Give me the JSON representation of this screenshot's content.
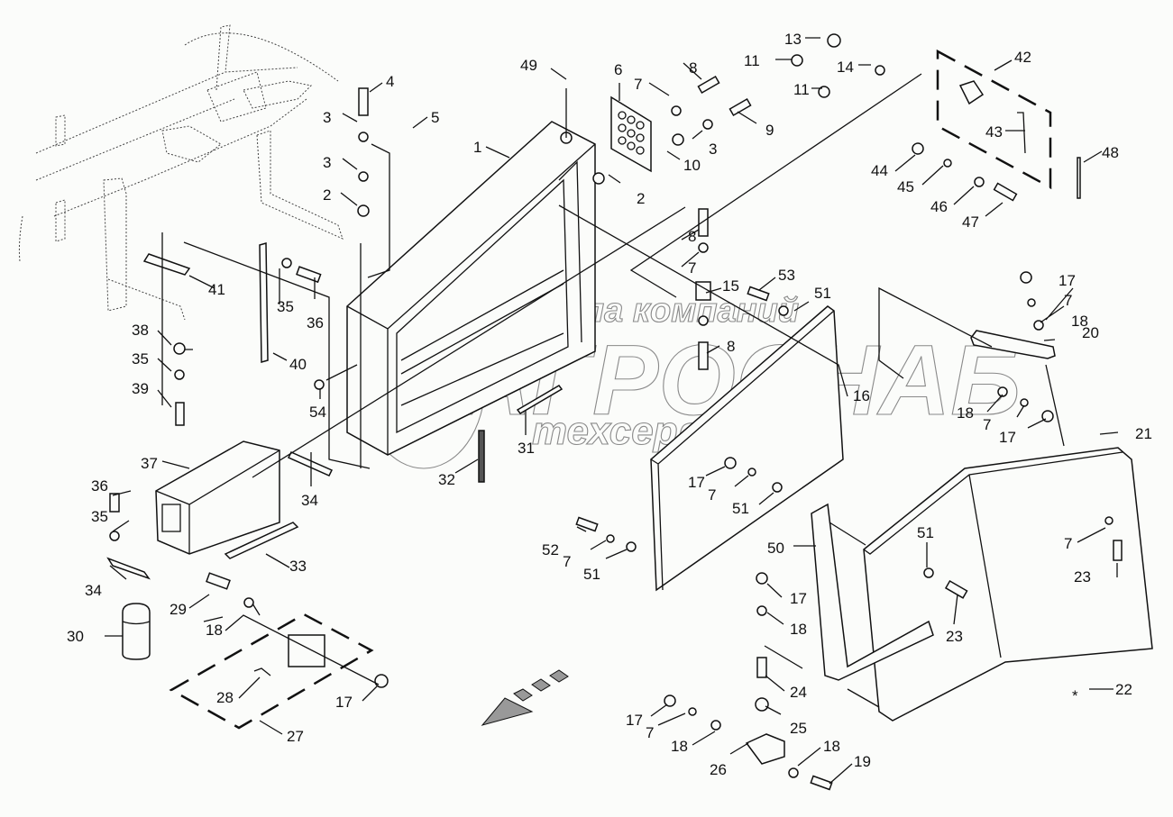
{
  "diagram": {
    "type": "exploded-parts-view",
    "watermark": {
      "line1": "группа компаний",
      "line2": "АГРОСНАБ",
      "line3": "техсервис"
    },
    "callouts": [
      {
        "id": "c49",
        "label": "49"
      },
      {
        "id": "c4",
        "label": "4"
      },
      {
        "id": "c3a",
        "label": "3"
      },
      {
        "id": "c5",
        "label": "5"
      },
      {
        "id": "c3b",
        "label": "3"
      },
      {
        "id": "c2a",
        "label": "2"
      },
      {
        "id": "c1",
        "label": "1"
      },
      {
        "id": "c6",
        "label": "6"
      },
      {
        "id": "c7a",
        "label": "7"
      },
      {
        "id": "c8a",
        "label": "8"
      },
      {
        "id": "c9",
        "label": "9"
      },
      {
        "id": "c3c",
        "label": "3"
      },
      {
        "id": "c10",
        "label": "10"
      },
      {
        "id": "c2b",
        "label": "2"
      },
      {
        "id": "c13",
        "label": "13"
      },
      {
        "id": "c11a",
        "label": "11"
      },
      {
        "id": "c14",
        "label": "14"
      },
      {
        "id": "c11b",
        "label": "11"
      },
      {
        "id": "c42",
        "label": "42"
      },
      {
        "id": "c43",
        "label": "43"
      },
      {
        "id": "c48",
        "label": "48"
      },
      {
        "id": "c44",
        "label": "44"
      },
      {
        "id": "c45",
        "label": "45"
      },
      {
        "id": "c46",
        "label": "46"
      },
      {
        "id": "c47",
        "label": "47"
      },
      {
        "id": "c8b",
        "label": "8"
      },
      {
        "id": "c7b",
        "label": "7"
      },
      {
        "id": "c15",
        "label": "15"
      },
      {
        "id": "c53",
        "label": "53"
      },
      {
        "id": "c51a",
        "label": "51"
      },
      {
        "id": "c8c",
        "label": "8"
      },
      {
        "id": "c41",
        "label": "41"
      },
      {
        "id": "c35a",
        "label": "35"
      },
      {
        "id": "c36a",
        "label": "36"
      },
      {
        "id": "c40",
        "label": "40"
      },
      {
        "id": "c38",
        "label": "38"
      },
      {
        "id": "c35b",
        "label": "35"
      },
      {
        "id": "c39",
        "label": "39"
      },
      {
        "id": "c54",
        "label": "54"
      },
      {
        "id": "c37",
        "label": "37"
      },
      {
        "id": "c34a",
        "label": "34"
      },
      {
        "id": "c32",
        "label": "32"
      },
      {
        "id": "c31",
        "label": "31"
      },
      {
        "id": "c16",
        "label": "16"
      },
      {
        "id": "c17a",
        "label": "17"
      },
      {
        "id": "c7c",
        "label": "7"
      },
      {
        "id": "c18a",
        "label": "18"
      },
      {
        "id": "c20",
        "label": "20"
      },
      {
        "id": "c18b",
        "label": "18"
      },
      {
        "id": "c7d",
        "label": "7"
      },
      {
        "id": "c17b",
        "label": "17"
      },
      {
        "id": "c21",
        "label": "21"
      },
      {
        "id": "c36b",
        "label": "36"
      },
      {
        "id": "c35c",
        "label": "35"
      },
      {
        "id": "c34b",
        "label": "34"
      },
      {
        "id": "c33",
        "label": "33"
      },
      {
        "id": "c17c",
        "label": "17"
      },
      {
        "id": "c7e",
        "label": "7"
      },
      {
        "id": "c51b",
        "label": "51"
      },
      {
        "id": "c52",
        "label": "52"
      },
      {
        "id": "c7f",
        "label": "7"
      },
      {
        "id": "c51c",
        "label": "51"
      },
      {
        "id": "c50",
        "label": "50"
      },
      {
        "id": "c51d",
        "label": "51"
      },
      {
        "id": "c7g",
        "label": "7"
      },
      {
        "id": "c23a",
        "label": "23"
      },
      {
        "id": "c23b",
        "label": "23"
      },
      {
        "id": "c29",
        "label": "29"
      },
      {
        "id": "c18c",
        "label": "18"
      },
      {
        "id": "c30",
        "label": "30"
      },
      {
        "id": "c17d",
        "label": "17"
      },
      {
        "id": "c18d",
        "label": "18"
      },
      {
        "id": "c28",
        "label": "28"
      },
      {
        "id": "c17e",
        "label": "17"
      },
      {
        "id": "c24",
        "label": "24"
      },
      {
        "id": "c27",
        "label": "27"
      },
      {
        "id": "c17f",
        "label": "17"
      },
      {
        "id": "c7h",
        "label": "7"
      },
      {
        "id": "c25",
        "label": "25"
      },
      {
        "id": "c18e",
        "label": "18"
      },
      {
        "id": "c26",
        "label": "26"
      },
      {
        "id": "c18f",
        "label": "18"
      },
      {
        "id": "c19",
        "label": "19"
      },
      {
        "id": "c22",
        "label": "22"
      }
    ],
    "note_symbol": "*"
  }
}
